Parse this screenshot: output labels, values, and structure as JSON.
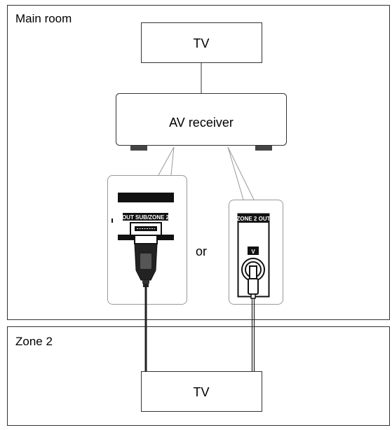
{
  "main_room": {
    "label": "Main room"
  },
  "zone2": {
    "label": "Zone 2"
  },
  "main_tv": {
    "label": "TV"
  },
  "receiver": {
    "label": "AV receiver"
  },
  "zone2_tv": {
    "label": "TV"
  },
  "hdmi_panel": {
    "port_label": "OUT SUB/ZONE 2"
  },
  "connector_word": "or",
  "composite_panel": {
    "header": "ZONE 2 OUT",
    "jack_label": "V"
  }
}
